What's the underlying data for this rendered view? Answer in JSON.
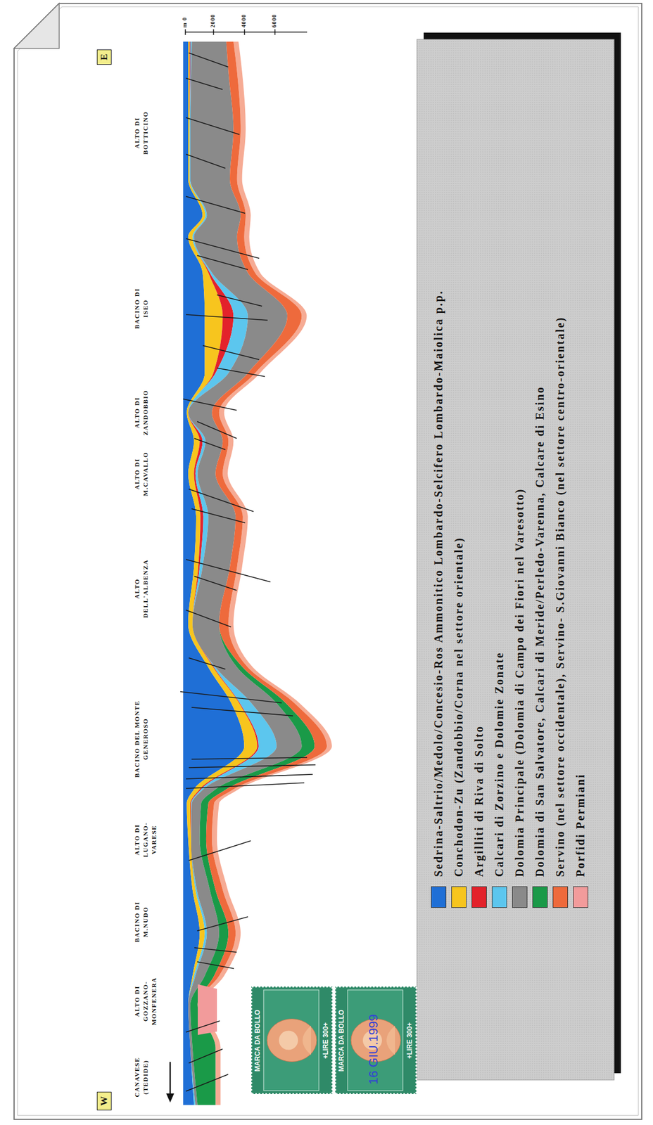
{
  "diagram": {
    "nodes": [
      {
        "text": [
          "W"
        ]
      },
      {
        "text": [
          "E"
        ]
      }
    ],
    "labels": [
      "CANAVESE (TEDIDE)",
      "ALTO DI GOZZANO- MONFENERA",
      "BACINO DI M.NUDO",
      "ALTO DI LUGANO- VARESE",
      "BACINO DEL MONTE GENEROSO",
      "ALTO DELL'ALBENZA",
      "ALTO DI M.CAVALLO",
      "ALTO DI ZANDOBBIO",
      "BACINO DI ISEO",
      "ALTO DI BOTTICINO",
      "m 0",
      "2000",
      "4000",
      "6000",
      "MARCA DA BOLLO",
      "+LIRE 300+",
      "MARCA DA BOLLO",
      "+LIRE 300+",
      "16 GIU.1999"
    ],
    "legend": [
      {
        "text": "Sedrina-Saltrio/Medolo/Concesio-Ros Ammonitico Lombardo-Selcifero Lombardo-Maiolica p.p.",
        "color": "#1f6fd6"
      },
      {
        "text": "Conchodon-Zu (Zandobbio/Corna nel settore orientale)",
        "color": "#f7c51e"
      },
      {
        "text": "Argilliti di Riva di Solto",
        "color": "#e3222b"
      },
      {
        "text": "Calcari di Zorzino e Dolomie Zonate",
        "color": "#5cc6ee"
      },
      {
        "text": "Dolomia Principale (Dolomia di Campo dei Fiori nel Varesotto)",
        "color": "#8a8a8a"
      },
      {
        "text": "Dolomia di San Salvatore, Calcari di Meride/Perledo-Varenna, Calcare di Esino",
        "color": "#1a9a48"
      },
      {
        "text": "Servino (nel settore occidentale), Servino- S.Giovanni Bianco (nel settore centro-orientale)",
        "color": "#ee6a3c"
      },
      {
        "text": "Porfidi Permiani",
        "color": "#f29b9b"
      }
    ]
  }
}
